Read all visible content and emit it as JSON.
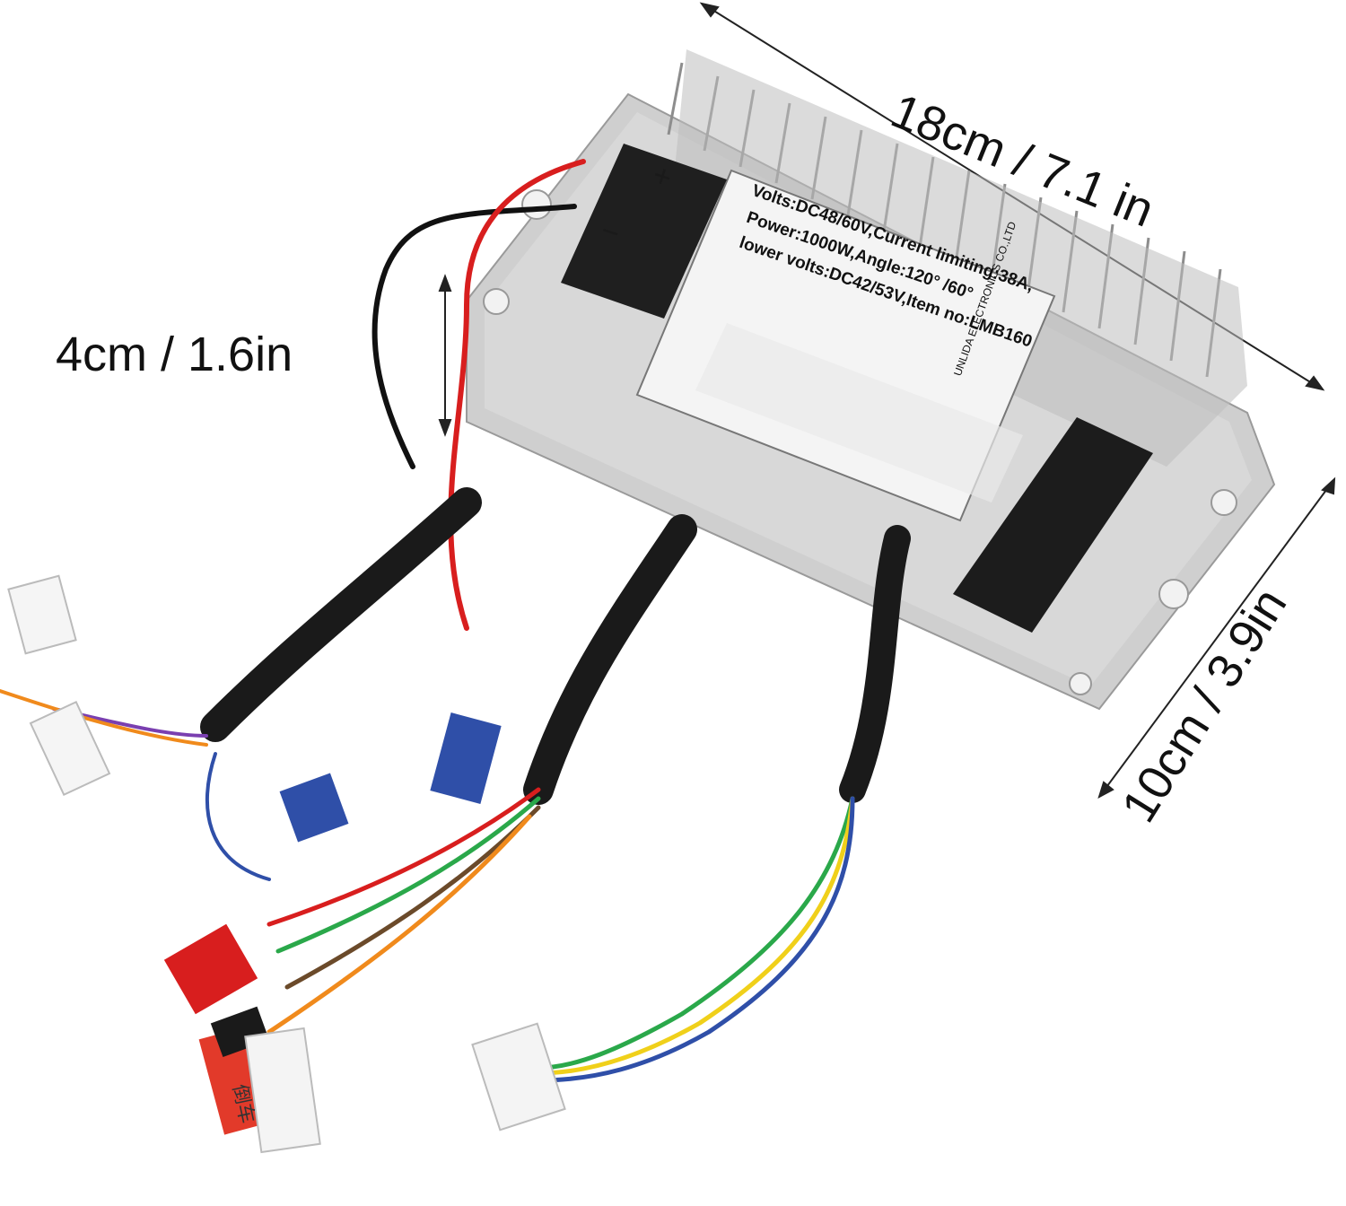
{
  "dimensions": {
    "length_label": "18cm / 7.1 in",
    "height_label": "4cm / 1.6in",
    "width_label": "10cm / 3.9in"
  },
  "controller_label": {
    "line1": "Volts:DC48/60V,Current limiting:38A,",
    "line2": "Power:1000W,Angle:120° /60°",
    "line3": "lower volts:DC42/53V,Item no:LMB160",
    "brand": "UNLIDA ELECTRONICS CO.,LTD"
  },
  "terminals": {
    "plus": "+",
    "minus": "−"
  },
  "connector_tag": "倒车",
  "colors": {
    "housing": "#c9c9c9",
    "fins": "#b5b5b5",
    "harness": "#1a1a1a",
    "red_wire": "#d81e1e",
    "blue_connector": "#2f4fa8"
  }
}
